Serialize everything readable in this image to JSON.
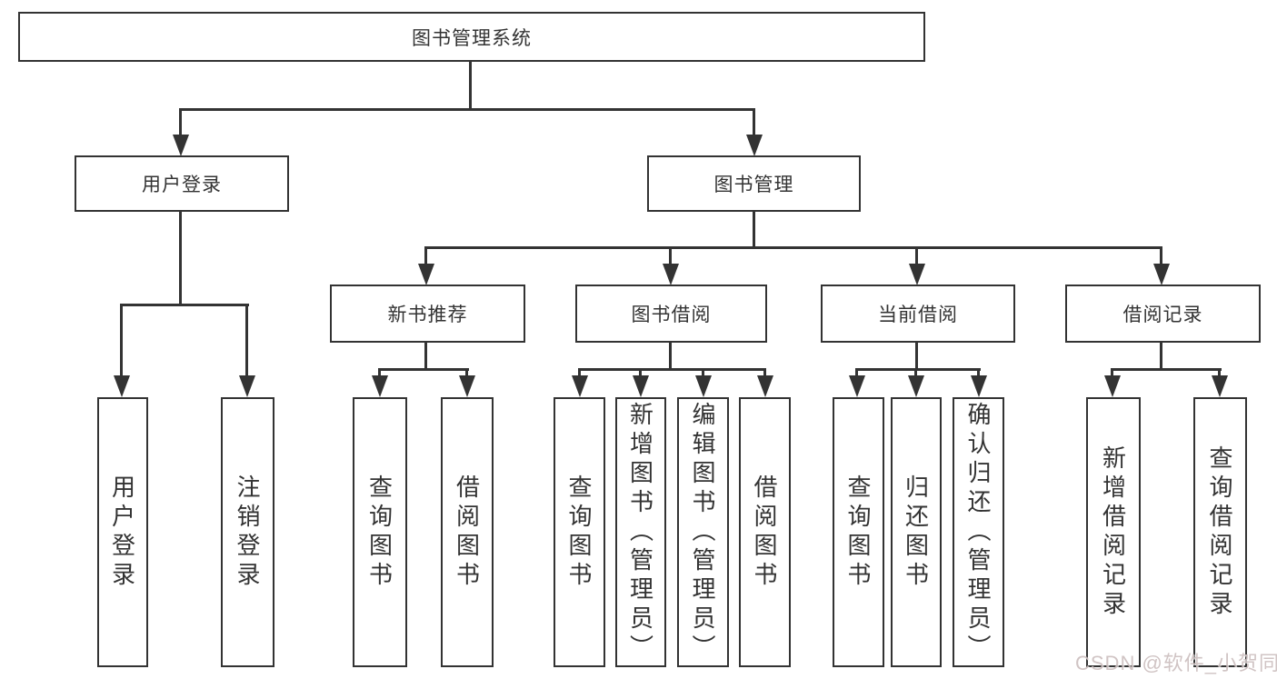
{
  "diagram_title": "图书管理系统",
  "tree": {
    "label": "图书管理系统",
    "children": [
      {
        "label": "用户登录",
        "children": [
          {
            "label": "用户登录"
          },
          {
            "label": "注销登录"
          }
        ]
      },
      {
        "label": "图书管理",
        "children": [
          {
            "label": "新书推荐",
            "children": [
              {
                "label": "查询图书"
              },
              {
                "label": "借阅图书"
              }
            ]
          },
          {
            "label": "图书借阅",
            "children": [
              {
                "label": "查询图书"
              },
              {
                "label": "新增图书（管理员）"
              },
              {
                "label": "编辑图书（管理员）"
              },
              {
                "label": "借阅图书"
              }
            ]
          },
          {
            "label": "当前借阅",
            "children": [
              {
                "label": "查询图书"
              },
              {
                "label": "归还图书"
              },
              {
                "label": "确认归还（管理员）"
              }
            ]
          },
          {
            "label": "借阅记录",
            "children": [
              {
                "label": "新增借阅记录"
              },
              {
                "label": "查询借阅记录"
              }
            ]
          }
        ]
      }
    ]
  },
  "watermark": {
    "text": "CSDN @软件_小贺同学"
  },
  "colors": {
    "line": "#333333",
    "box_border": "#333333",
    "text": "#333333",
    "background": "#ffffff",
    "watermark": "#cdbfbf"
  }
}
